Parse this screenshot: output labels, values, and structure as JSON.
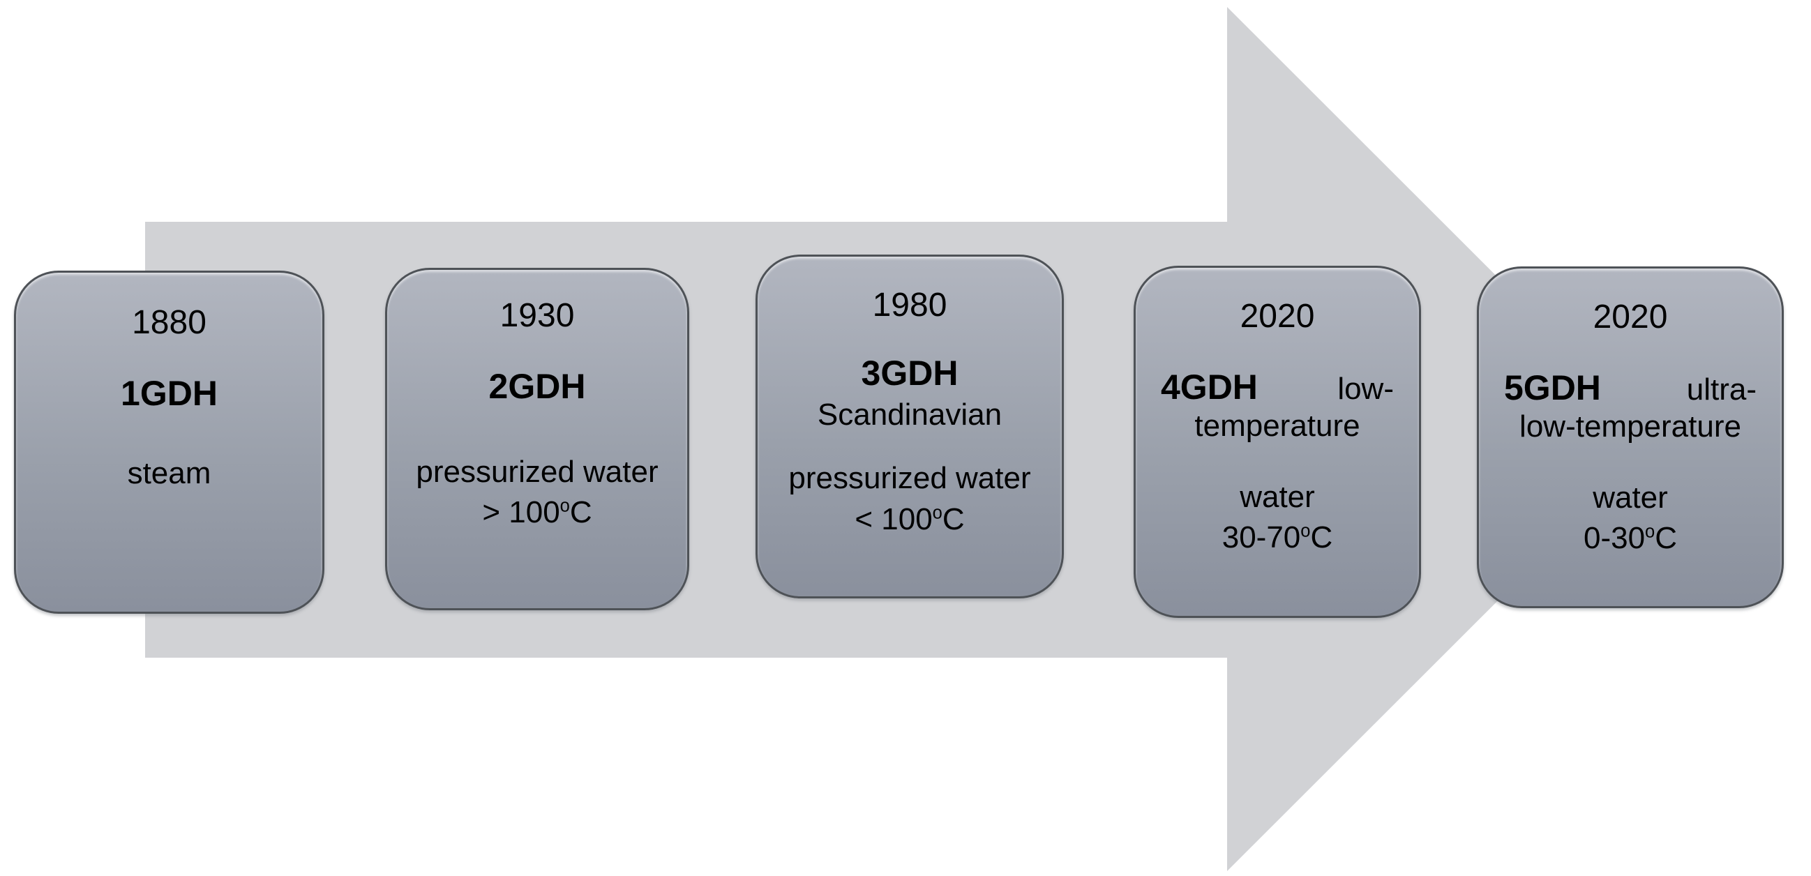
{
  "theme": {
    "background": "#ffffff",
    "arrow_color": "#d1d2d5",
    "box_border": "#4e5257",
    "box_top": "#b2b6c0",
    "box_mid": "#9aa0ab",
    "box_bottom": "#8a909d",
    "text_color": "#000000"
  },
  "diagram": {
    "boxes": [
      {
        "year": "1880",
        "title": "1GDH",
        "medium": "steam"
      },
      {
        "year": "1930",
        "title": "2GDH",
        "medium": "pressurized water",
        "temp": {
          "pre": "> 100",
          "sup": "o",
          "post": "C"
        }
      },
      {
        "year": "1980",
        "title": "3GDH",
        "subtitle": "Scandinavian",
        "medium": "pressurized water",
        "temp": {
          "pre": "< 100",
          "sup": "o",
          "post": "C"
        }
      },
      {
        "year": "2020",
        "title": "4GDH",
        "title_suffix": "low-",
        "title_cont": "temperature",
        "medium": "water",
        "temp": {
          "pre": "30-70",
          "sup": "o",
          "post": "C"
        }
      },
      {
        "year": "2020",
        "title": "5GDH",
        "title_suffix": "ultra-",
        "title_cont": "low-temperature",
        "medium": "water",
        "temp": {
          "pre": "0-30",
          "sup": "o",
          "post": "C"
        }
      }
    ]
  }
}
